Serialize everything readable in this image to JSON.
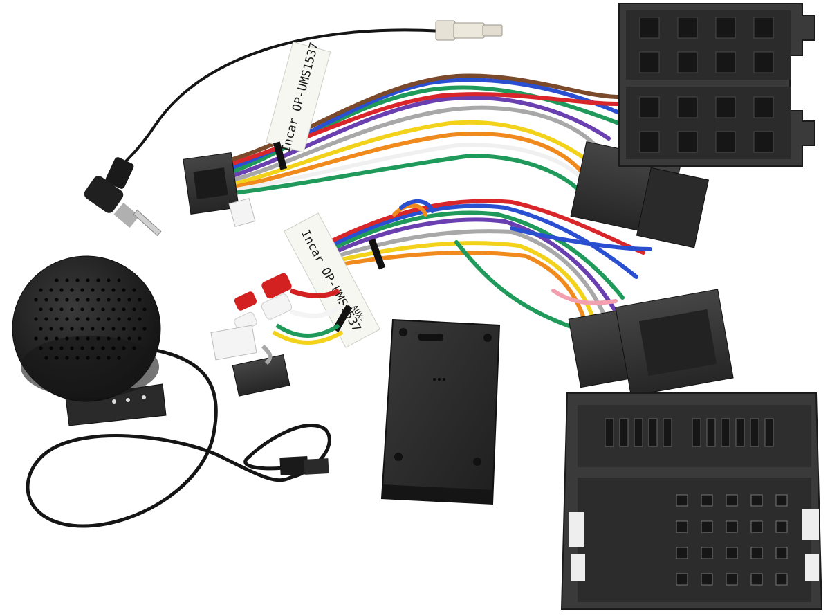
{
  "labels": {
    "harness_top": "Incar OP-UMS1537",
    "harness_middle": "Incar OP-UMS1537",
    "aux_tag": "AUX-"
  },
  "colors": {
    "plastic_dark": "#2b2b2b",
    "plastic_mid": "#3a3a3a",
    "plastic_light": "#555555",
    "cable_black": "#151515",
    "fakra_white": "#e6e2d6",
    "wire_green": "#1f9a5a",
    "wire_purple": "#6a3fb0",
    "wire_blue": "#2a4fd0",
    "wire_yellow": "#f2d21b",
    "wire_red": "#d8262b",
    "wire_orange": "#f08a1c",
    "wire_grey": "#a8a8a8",
    "wire_white": "#f0f0f0",
    "wire_brown": "#7a4a2a",
    "wire_pink": "#f2a0b0",
    "rca_red": "#d32020",
    "rca_white": "#f4f4f4"
  },
  "icons": {
    "speaker": "speaker-icon",
    "antenna_adapter": "antenna-plug-icon",
    "fakra": "fakra-connector-icon",
    "iso": "iso-connector-icon",
    "quadlock": "quadlock-connector-icon",
    "canbox": "canbus-box-icon"
  }
}
